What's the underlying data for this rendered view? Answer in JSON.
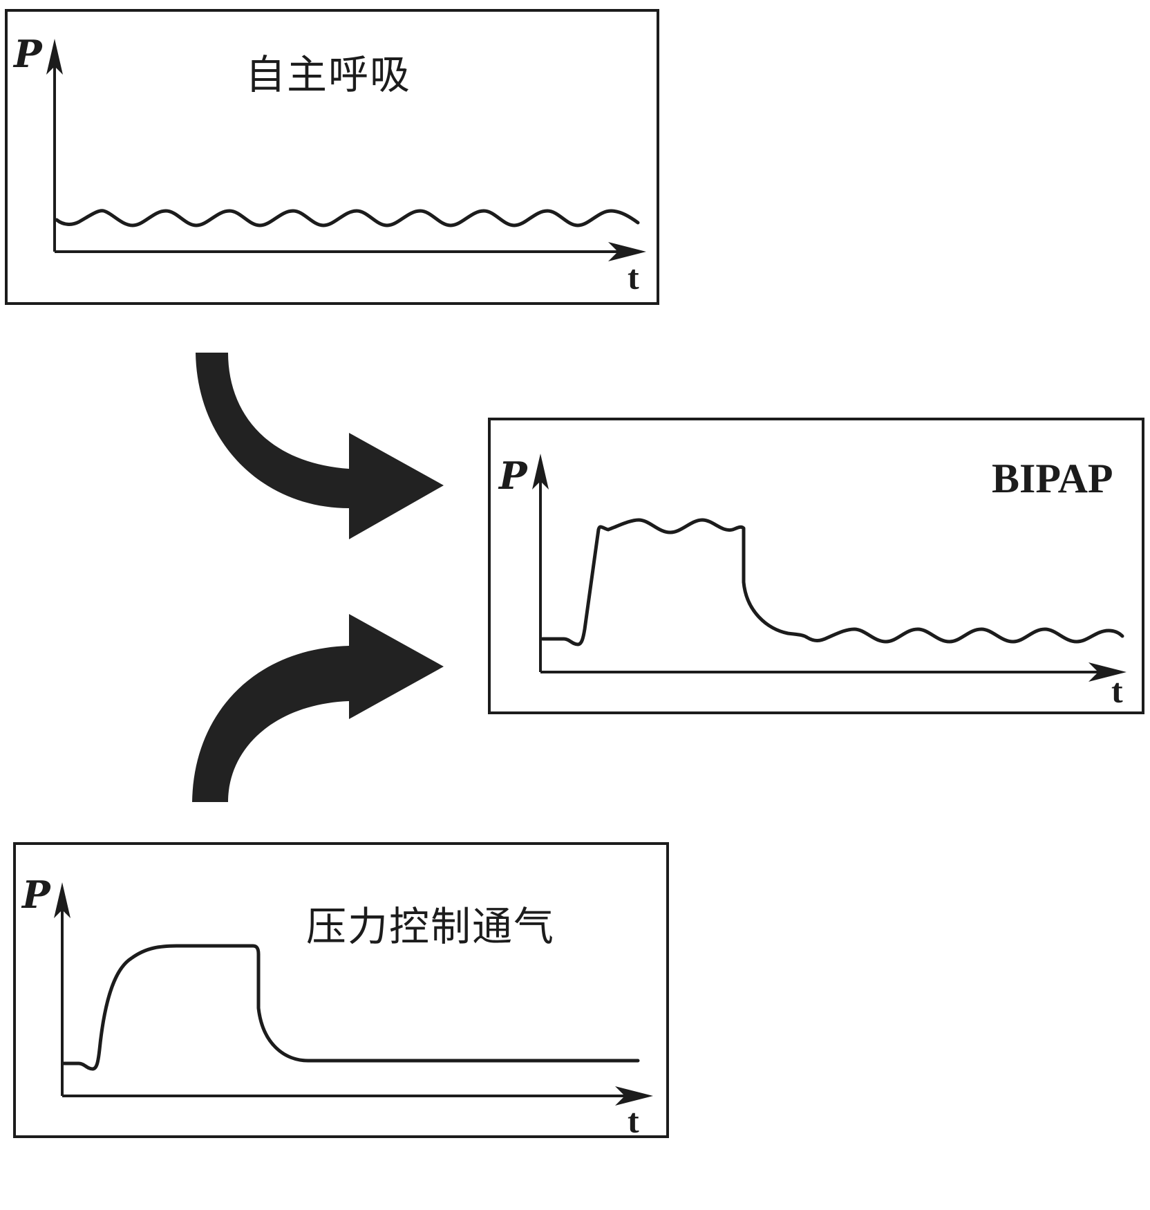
{
  "panels": {
    "spontaneous": {
      "title": "自主呼吸",
      "y_axis_label": "P",
      "x_axis_label": "t"
    },
    "bipap": {
      "title": "BIPAP",
      "y_axis_label": "P",
      "x_axis_label": "t"
    },
    "pressure_control": {
      "title": "压力控制通气",
      "y_axis_label": "P",
      "x_axis_label": "t"
    }
  },
  "arrows": [
    {
      "from": "spontaneous",
      "to": "bipap"
    },
    {
      "from": "pressure_control",
      "to": "bipap"
    }
  ],
  "colors": {
    "line": "#1c1c1c",
    "arrow": "#222222",
    "background": "#ffffff"
  }
}
